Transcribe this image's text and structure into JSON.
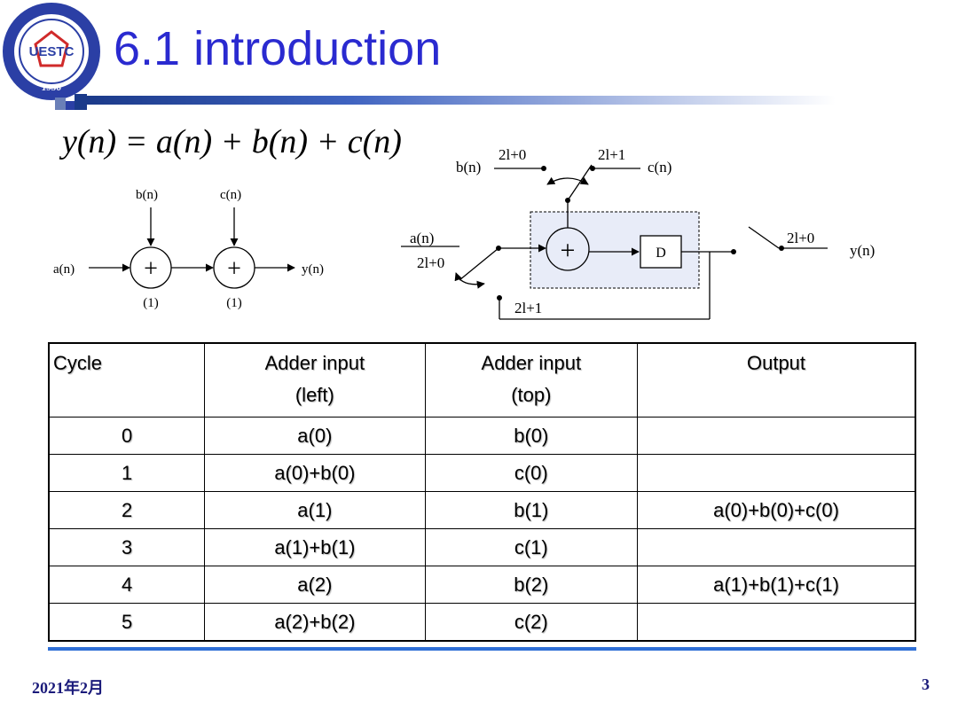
{
  "slide": {
    "title": "6.1 introduction",
    "equation": "y(n) = a(n) + b(n) + c(n)",
    "footer_date": "2021年2月",
    "page_number": "3",
    "title_color": "#2a2ad0",
    "accent_color": "#2f6fd6"
  },
  "logo": {
    "text": "UESTC",
    "year": "1956",
    "icon": "university-seal-icon"
  },
  "diagram_left": {
    "input_a": "a(n)",
    "input_b": "b(n)",
    "input_c": "c(n)",
    "output": "y(n)",
    "adder_symbol": "+",
    "adder1_label": "(1)",
    "adder2_label": "(1)"
  },
  "diagram_right": {
    "input_b": "b(n)",
    "input_c": "c(n)",
    "input_a": "a(n)",
    "output": "y(n)",
    "switch_top_left": "2l+0",
    "switch_top_right": "2l+1",
    "switch_left_input": "2l+0",
    "switch_left_feedback": "2l+1",
    "switch_output": "2l+0",
    "delay_label": "D",
    "adder_symbol": "+"
  },
  "table": {
    "headers": [
      {
        "line1": "Cycle",
        "line2": ""
      },
      {
        "line1": "Adder input",
        "line2": "(left)"
      },
      {
        "line1": "Adder input",
        "line2": "(top)"
      },
      {
        "line1": "Output",
        "line2": ""
      }
    ],
    "rows": [
      [
        "0",
        "a(0)",
        "b(0)",
        ""
      ],
      [
        "1",
        "a(0)+b(0)",
        "c(0)",
        ""
      ],
      [
        "2",
        "a(1)",
        "b(1)",
        "a(0)+b(0)+c(0)"
      ],
      [
        "3",
        "a(1)+b(1)",
        "c(1)",
        ""
      ],
      [
        "4",
        "a(2)",
        "b(2)",
        "a(1)+b(1)+c(1)"
      ],
      [
        "5",
        "a(2)+b(2)",
        "c(2)",
        ""
      ]
    ]
  }
}
